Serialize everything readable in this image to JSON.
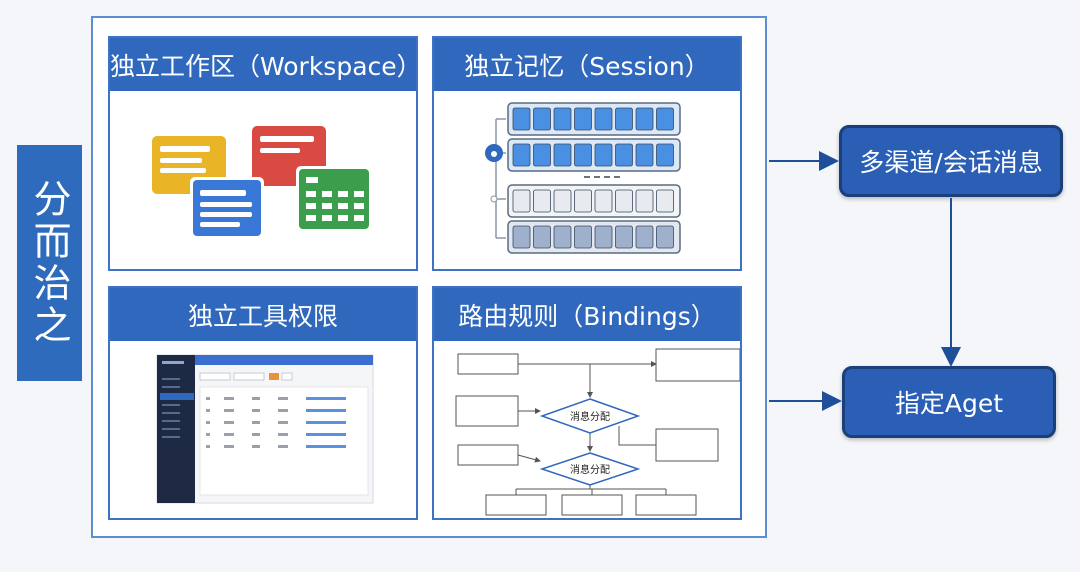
{
  "side_label": "分而治之",
  "panels": {
    "workspace": {
      "title": "独立工作区（Workspace）"
    },
    "memory": {
      "title": "独立记忆（Session）"
    },
    "tools": {
      "title": "独立工具权限"
    },
    "bindings": {
      "title": "路由规则（Bindings）",
      "decision_label": "消息分配",
      "decision_label_2": "消息分配"
    }
  },
  "flow": {
    "channel_box": "多渠道/会话消息",
    "agent_box": "指定Aget"
  },
  "colors": {
    "primary": "#2f68bd",
    "flow_box": "#2a5fb5",
    "frame_border": "#5d8fd0"
  }
}
